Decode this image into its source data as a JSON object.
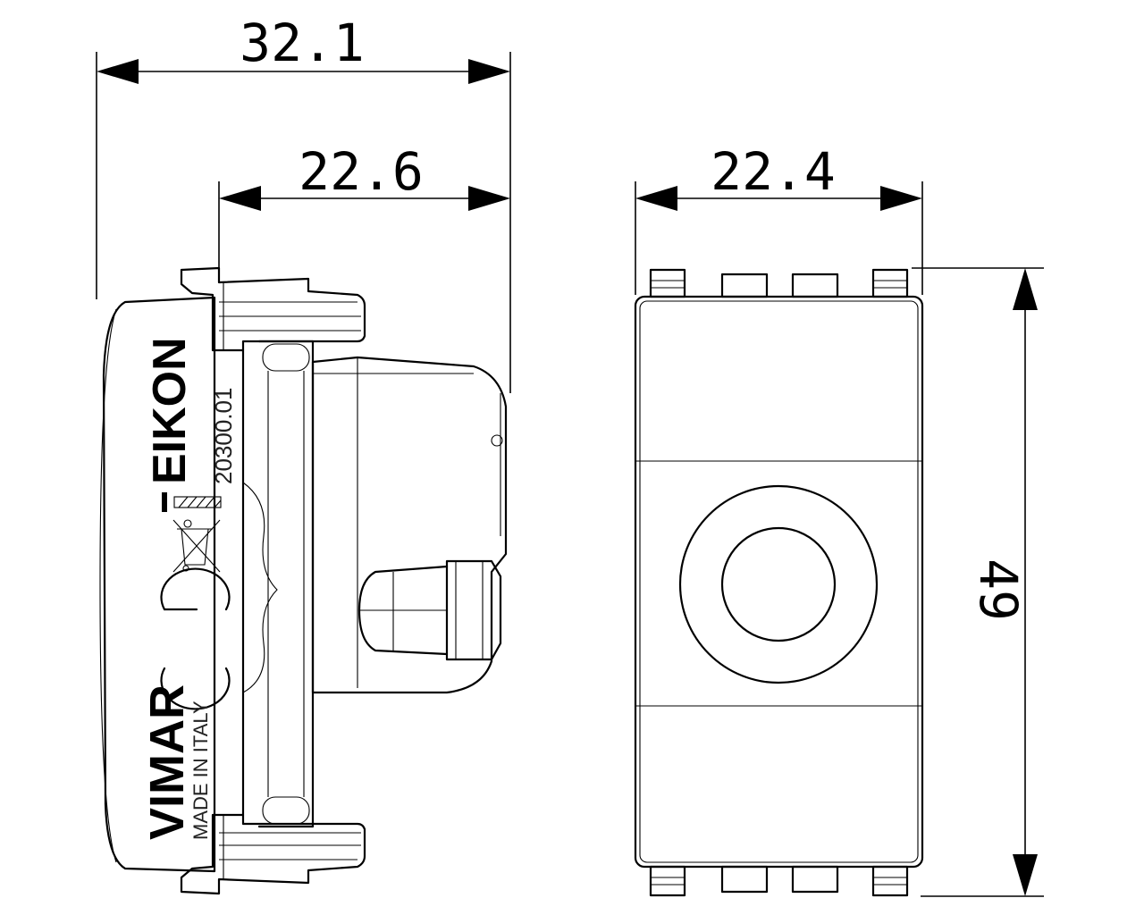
{
  "dimensions": {
    "overall_depth": "32.1",
    "body_depth": "22.6",
    "width": "22.4",
    "height": "49"
  },
  "labels": {
    "series": "EIKON",
    "code": "20300.01",
    "brand": "VIMAR",
    "origin": "MADE IN ITALY"
  },
  "icons": [
    "ce-mark-icon",
    "weee-bin-icon",
    "hatch-patch-icon",
    "push-button-icon"
  ]
}
